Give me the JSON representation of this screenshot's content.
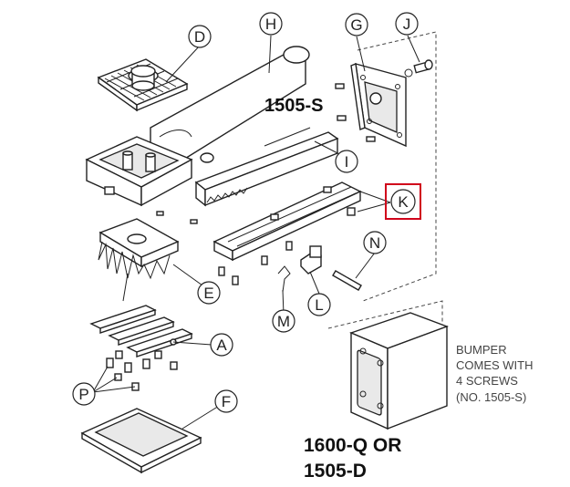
{
  "callouts": {
    "A": "A",
    "D": "D",
    "E": "E",
    "F": "F",
    "G": "G",
    "H": "H",
    "I": "I",
    "J": "J",
    "K": "K",
    "L": "L",
    "M": "M",
    "N": "N",
    "P": "P"
  },
  "labels": {
    "screw_part": "1505-S",
    "bumper_part_line1": "1600-Q OR",
    "bumper_part_line2": "1505-D"
  },
  "note": {
    "line1": "BUMPER",
    "line2": "COMES WITH",
    "line3": "4 SCREWS",
    "line4": "(NO. 1505-S)"
  },
  "highlight": {
    "callout": "K",
    "color": "#d0021b"
  },
  "colors": {
    "ink": "#222222",
    "shade": "#e9e9e9"
  }
}
